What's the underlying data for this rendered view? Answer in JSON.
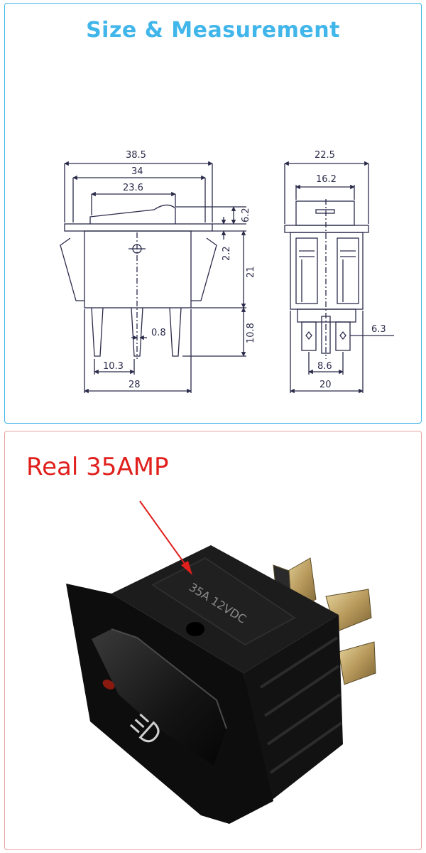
{
  "header": {
    "title": "Size & Measurement"
  },
  "dimensions": {
    "front_width_outer": "38.5",
    "front_width_frame": "34",
    "front_width_rocker": "23.6",
    "front_body_width": "28",
    "front_pin_spacing": "10.3",
    "front_pin_thickness": "0.8",
    "front_rocker_height": "6.2",
    "front_flange_height": "2.2",
    "front_body_height": "21",
    "front_terminal_length": "10.8",
    "side_width_outer": "22.5",
    "side_width_top": "16.2",
    "side_body_width": "20",
    "side_pin_spacing": "8.6",
    "side_terminal_width": "6.3"
  },
  "photo": {
    "callout": "Real 35AMP",
    "switch_marking": "35A 12VDC",
    "colors": {
      "body": "#161616",
      "terminal": "#c8b27a",
      "callout": "#e0201c",
      "indicator": "#8a1a10"
    }
  }
}
